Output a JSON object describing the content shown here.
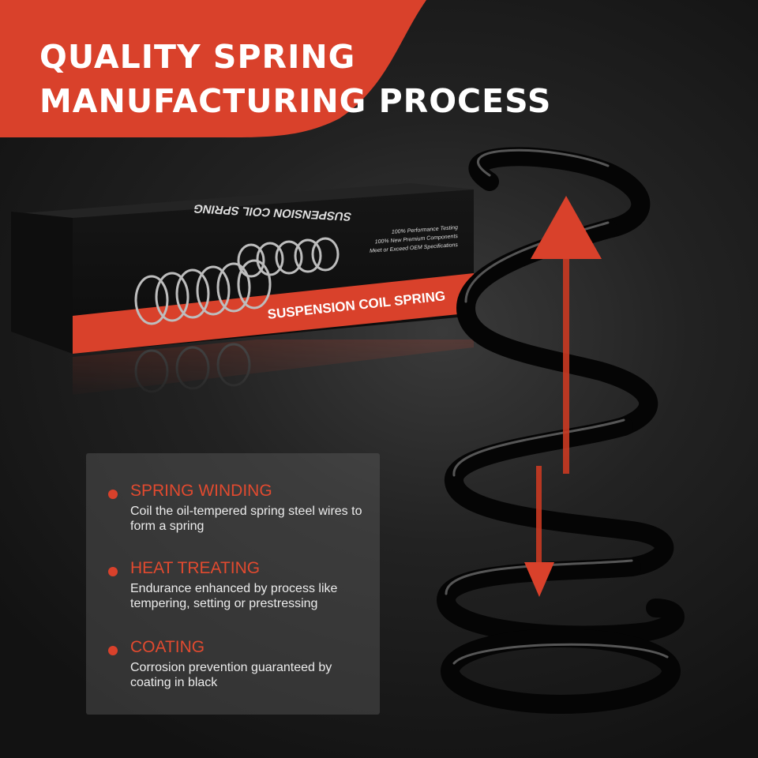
{
  "headline": {
    "line1": "QUALITY SPRING",
    "line2": "MANUFACTURING PROCESS"
  },
  "box": {
    "top_text": "SUSPENSION COIL SPRING",
    "front_label": "SUSPENSION COIL SPRING",
    "features": [
      "100% Performance Testing",
      "100% New Premium Components",
      "Meet or Exceed OEM Specifications"
    ]
  },
  "process": [
    {
      "title": "SPRING WINDING",
      "desc": "Coil the oil-tempered spring steel wires to form a spring"
    },
    {
      "title": "HEAT TREATING",
      "desc": "Endurance enhanced by process like tempering, setting or prestressing"
    },
    {
      "title": "COATING",
      "desc": "Corrosion prevention guaranteed by coating in black"
    }
  ],
  "colors": {
    "accent": "#d9412b",
    "background": "#1a1a1a",
    "text": "#ffffff"
  }
}
